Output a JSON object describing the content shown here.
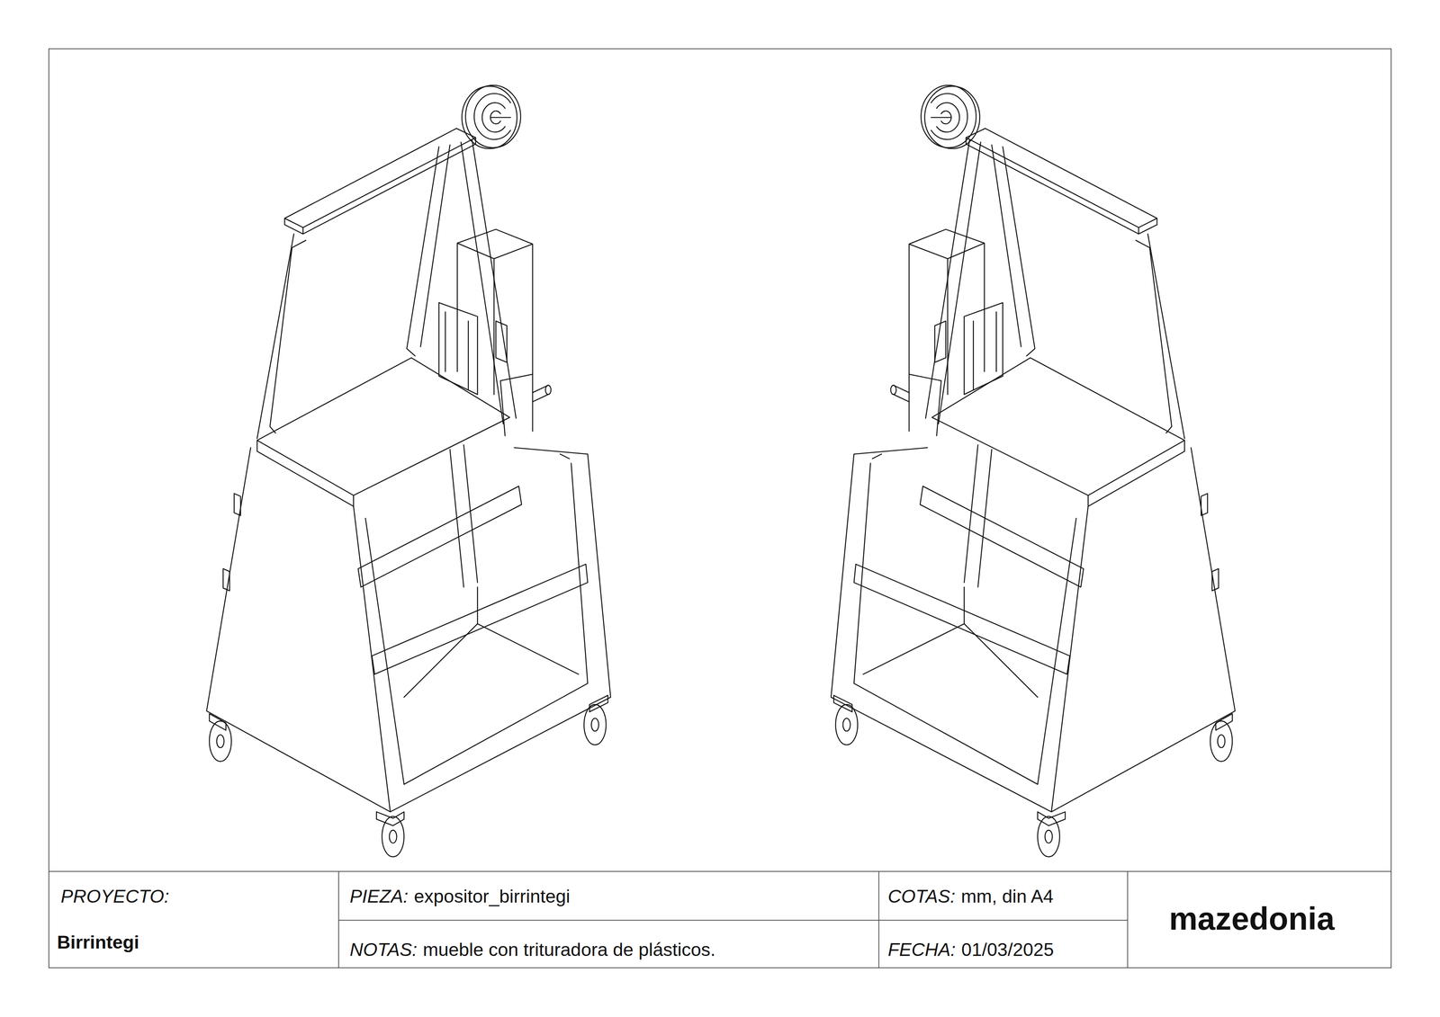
{
  "diagram": {
    "labels": [
      "PROYECTO:",
      "Birrintegi",
      "PIEZA:",
      "expositor_birrintegi",
      "NOTAS:",
      "mueble con trituradora de plásticos.",
      "COTAS:",
      "mm, din A4",
      "FECHA:",
      "01/03/2025",
      "mazedonia"
    ]
  }
}
